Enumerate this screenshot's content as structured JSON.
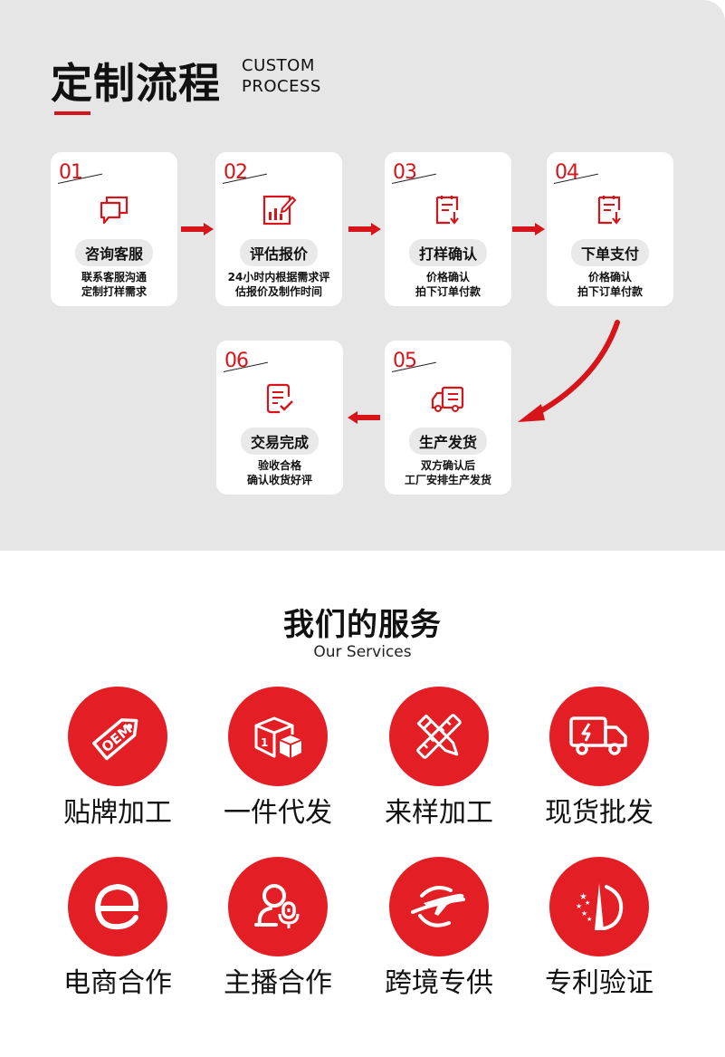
{
  "process": {
    "title": "定制流程",
    "title_en_line1": "CUSTOM",
    "title_en_line2": "PROCESS",
    "steps": [
      {
        "num": "01",
        "name": "咨询客服",
        "desc1": "联系客服沟通",
        "desc2": "定制打样需求",
        "icon": "chat-icon"
      },
      {
        "num": "02",
        "name": "评估报价",
        "desc1": "24小时内根据需求评",
        "desc2": "估报价及制作时间",
        "icon": "chart-edit-icon"
      },
      {
        "num": "03",
        "name": "打样确认",
        "desc1": "价格确认",
        "desc2": "拍下订单付款",
        "icon": "document-download-icon"
      },
      {
        "num": "04",
        "name": "下单支付",
        "desc1": "价格确认",
        "desc2": "拍下订单付款",
        "icon": "document-download-icon"
      },
      {
        "num": "05",
        "name": "生产发货",
        "desc1": "双方确认后",
        "desc2": "工厂安排生产发货",
        "icon": "delivery-truck-icon"
      },
      {
        "num": "06",
        "name": "交易完成",
        "desc1": "验收合格",
        "desc2": "确认收货好评",
        "icon": "document-check-icon"
      }
    ]
  },
  "services": {
    "title": "我们的服务",
    "subtitle": "Our Services",
    "items": [
      {
        "label": "贴牌加工",
        "icon": "oem-tag-icon"
      },
      {
        "label": "一件代发",
        "icon": "package-boxes-icon"
      },
      {
        "label": "来样加工",
        "icon": "pencil-ruler-icon"
      },
      {
        "label": "现货批发",
        "icon": "truck-icon"
      },
      {
        "label": "电商合作",
        "icon": "ecommerce-e-icon"
      },
      {
        "label": "主播合作",
        "icon": "streamer-microphone-icon"
      },
      {
        "label": "跨境专供",
        "icon": "globe-plane-icon"
      },
      {
        "label": "专利验证",
        "icon": "patent-stars-icon"
      }
    ]
  },
  "colors": {
    "accent": "#d7141a",
    "circle": "#e41e25",
    "panel": "#e6e6e6"
  }
}
